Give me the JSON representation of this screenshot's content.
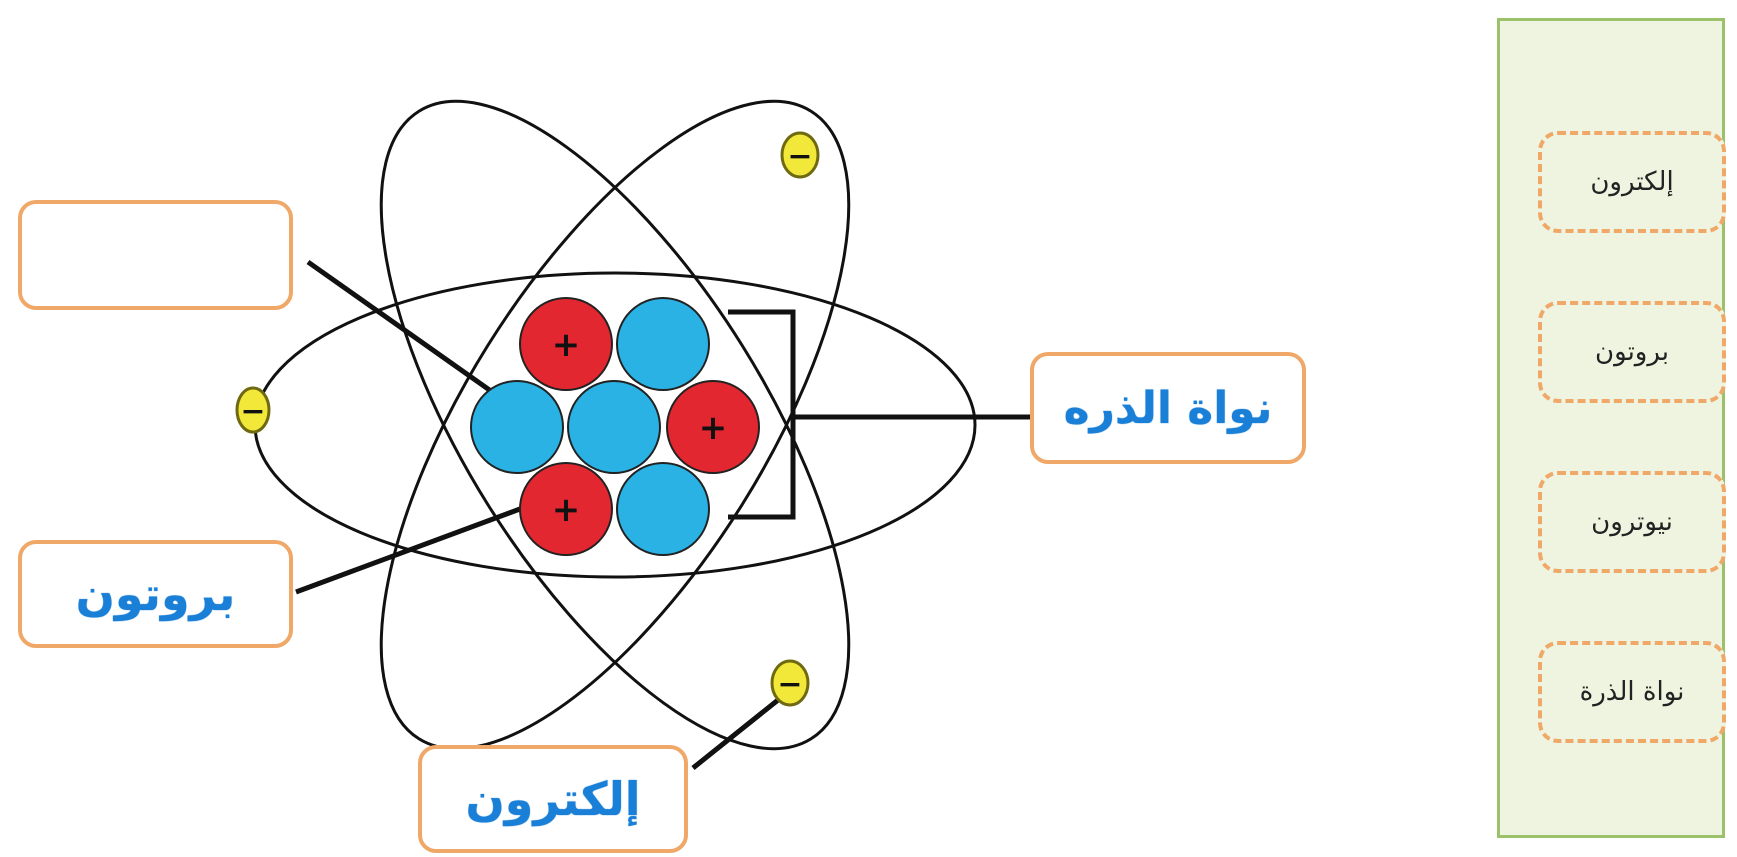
{
  "labels": {
    "empty": "",
    "proton": "بروتون",
    "electron": "إلكترون",
    "nucleus": "نواة الذره"
  },
  "word_bank": {
    "items": [
      "إلكترون",
      "بروتون",
      "نيوترون",
      "نواة الذرة"
    ]
  },
  "particles": {
    "proton_sign": "+",
    "electron_sign": "−"
  },
  "colors": {
    "proton": "#e32730",
    "neutron": "#29b2e3",
    "electron": "#f2e83a",
    "label_text": "#1a7fd6",
    "label_border": "#f0a868",
    "bank_background": "#eef4df",
    "bank_border": "#9bc16b"
  }
}
